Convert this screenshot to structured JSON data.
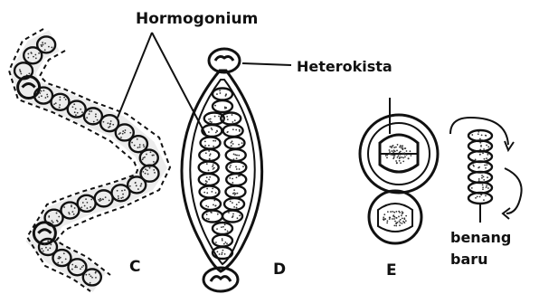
{
  "labels": {
    "hormogonium": "Hormogonium",
    "heterokista": "Heterokista",
    "panel_c": "C",
    "panel_d": "D",
    "panel_e": "E",
    "benang_line1": "benang",
    "benang_line2": "baru"
  },
  "colors": {
    "ink": "#111111",
    "background": "#ffffff"
  }
}
